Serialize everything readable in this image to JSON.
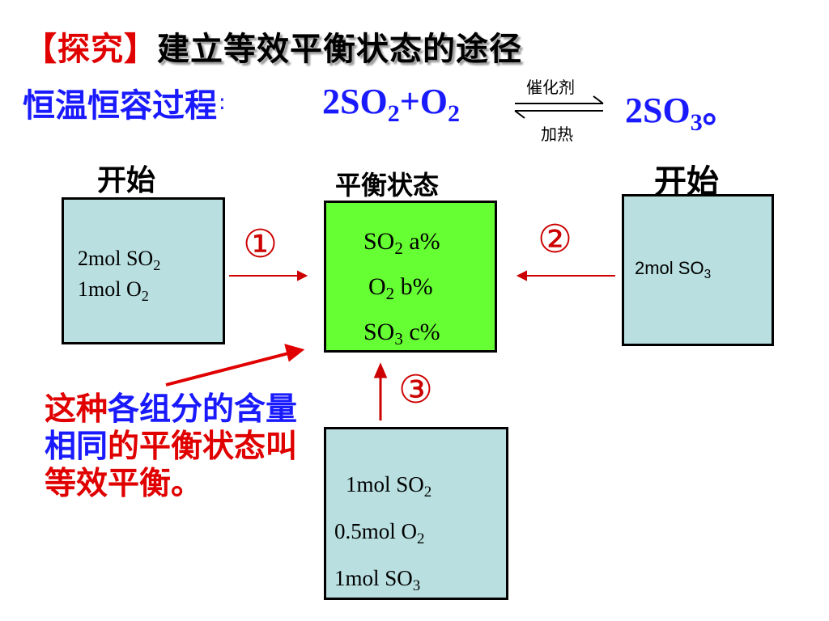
{
  "title": {
    "bracket_text": "【探究】",
    "main_text": "建立等效平衡状态的途径"
  },
  "process": {
    "label": "恒温恒容过程",
    "colon": ":",
    "lhs": {
      "so2_coef": "2SO",
      "so2_sub": "2",
      "plus_o": "+O",
      "o2_sub": "2"
    },
    "condition_top": "催化剂",
    "condition_bottom": "加热",
    "rhs": {
      "coef": "2SO",
      "sub": "3",
      "period": "。"
    }
  },
  "left_start": {
    "label": "开始",
    "line1_main": "2mol SO",
    "line1_sub": "2",
    "line2_main": "1mol O",
    "line2_sub": "2"
  },
  "equilibrium": {
    "label": "平衡状态",
    "row1_main": "SO",
    "row1_sub": "2",
    "row1_val": " a%",
    "row2_main": "O",
    "row2_sub": "2",
    "row2_val": "  b%",
    "row3_main": "SO",
    "row3_sub": "3",
    "row3_val": " c%"
  },
  "right_start": {
    "label": "开始",
    "line1_main": "2mol SO",
    "line1_sub": "3"
  },
  "bottom_start": {
    "line1_main": "1mol SO",
    "line1_sub": "2",
    "line2_main": "0.5mol O",
    "line2_sub": "2",
    "line3_main": "1mol SO",
    "line3_sub": "3"
  },
  "paths": {
    "path1": "①",
    "path2": "②",
    "path3": "③"
  },
  "note": {
    "seg1": "这种",
    "seg2": "各组分的含量相同",
    "seg3": "的平衡状态叫等效平衡。"
  },
  "colors": {
    "red": "#e00000",
    "blue": "#1a1aff",
    "box_blue": "#b9dfe0",
    "box_green": "#66ff33",
    "arrow_red": "#cc0000"
  }
}
